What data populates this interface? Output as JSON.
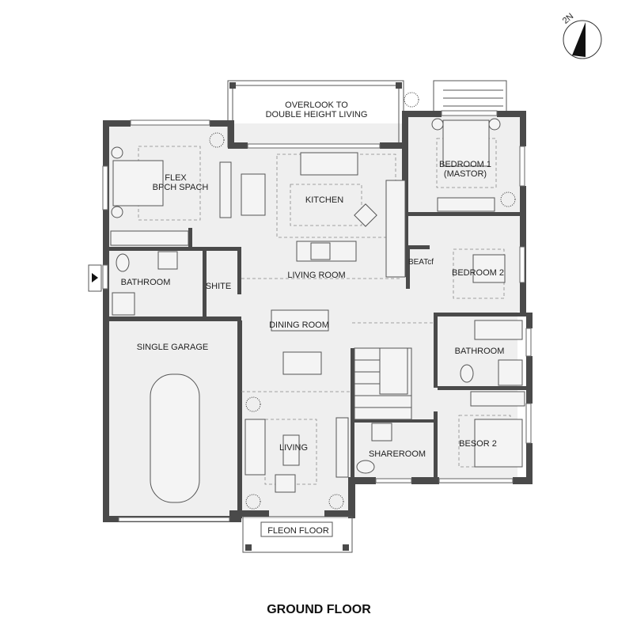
{
  "title": "GROUND FLOOR",
  "compass": {
    "label": "2N",
    "icon": "north-arrow-icon"
  },
  "rooms": {
    "overlook_1": "OVERLOOK TO",
    "overlook_2": "DOUBLE HEIGHT LIVING",
    "flex_1": "FLEX",
    "flex_2": "BPCH SPACH",
    "kitchen": "KITCHEN",
    "living_room": "LIVING ROOM",
    "bathroom_left": "BATHROOM",
    "shite": "SHITE",
    "beat": "BEATcf",
    "bedroom1_1": "BEDROOM 1",
    "bedroom1_2": "(MASTOR)",
    "bedroom2": "BEDROOM 2",
    "dining": "DINING ROOM",
    "garage": "SINGLE GARAGE",
    "bathroom_right": "BATHROOM",
    "living": "LIVING",
    "shareroom": "SHAREROOM",
    "besor": "BESOR 2",
    "entry": "FLEON FLOOR"
  },
  "colors": {
    "wall": "#4a4a4a",
    "floor": "#efefef",
    "background": "#ffffff"
  }
}
